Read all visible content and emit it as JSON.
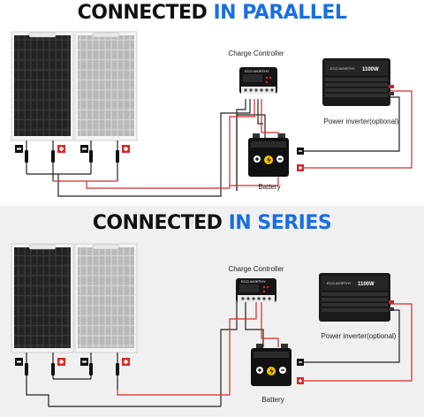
{
  "colors": {
    "accent_blue": "#1a6fe0",
    "heading_dark": "#111111",
    "wire_red": "#d62a2a",
    "wire_black": "#222222"
  },
  "sections": [
    {
      "id": "parallel",
      "heading_dark": "CONNECTED",
      "heading_accent": "IN PARALLEL",
      "controller_label": "Charge Controller",
      "controller_brand": "ECO-WORTHY",
      "inverter_brand": "ECO-WORTHY",
      "inverter_watt": "1100W",
      "inverter_label": "Power inverter(optional)",
      "battery_label": "Battery",
      "neg_symbol": "−",
      "pos_symbol": "+"
    },
    {
      "id": "series",
      "heading_dark": "CONNECTED",
      "heading_accent": "IN SERIES",
      "controller_label": "Charge Controller",
      "controller_brand": "ECO-WORTHY",
      "inverter_brand": "ECO-WORTHY",
      "inverter_watt": "1100W",
      "inverter_label": "Power inverter(optional)",
      "battery_label": "Battery",
      "neg_symbol": "−",
      "pos_symbol": "+"
    }
  ]
}
